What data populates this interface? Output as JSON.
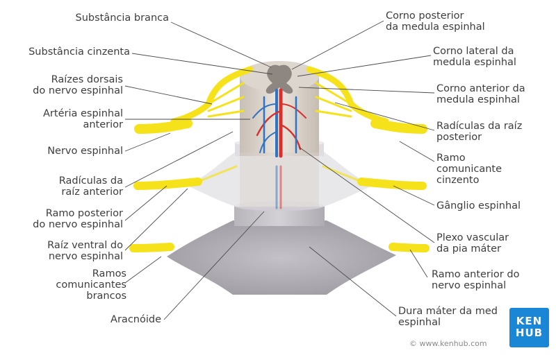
{
  "labels": {
    "substancia_branca": [
      "Substância branca"
    ],
    "substancia_cinzenta": [
      "Substância cinzenta"
    ],
    "raizes_dorsais": [
      "Raízes dorsais",
      "do nervo espinhal"
    ],
    "arteria_espinhal": [
      "Artéria espinhal",
      "anterior"
    ],
    "nervo_espinhal": [
      "Nervo espinhal"
    ],
    "radiculas_anterior": [
      "Radículas da",
      "raíz anterior"
    ],
    "ramo_posterior": [
      "Ramo posterior",
      "do nervo espinhal"
    ],
    "raiz_ventral": [
      "Raíz ventral do",
      "nervo espinhal"
    ],
    "ramos_comunicantes": [
      "Ramos",
      "comunicantes",
      "brancos"
    ],
    "aracnoide": [
      "Aracnóide"
    ],
    "corno_posterior": [
      "Corno posterior",
      "da medula espinhal"
    ],
    "corno_lateral": [
      "Corno lateral da",
      "medula espinhal"
    ],
    "corno_anterior": [
      "Corno anterior da",
      "medula espinhal"
    ],
    "radiculas_posterior": [
      "Radículas da raíz",
      "posterior"
    ],
    "ramo_cinzento": [
      "Ramo",
      "comunicante",
      "cinzento"
    ],
    "ganglio": [
      "Gânglio espinhal"
    ],
    "plexo": [
      "Plexo vascular",
      "da pia máter"
    ],
    "ramo_anterior": [
      "Ramo anterior do",
      "nervo espinhal"
    ],
    "dura_mater": [
      "Dura máter da med",
      "espinhal"
    ]
  },
  "logo": {
    "line1": "KEN",
    "line2": "HUB"
  },
  "copyright": "© www.kenhub.com",
  "colors": {
    "nerve": "#f5e21a",
    "nerve_dark": "#e2c800",
    "cord": "#d9d1c8",
    "artery": "#d8302c",
    "vein": "#2f73c4",
    "dura": "#a9a7ad",
    "brand": "#1a86d6"
  }
}
